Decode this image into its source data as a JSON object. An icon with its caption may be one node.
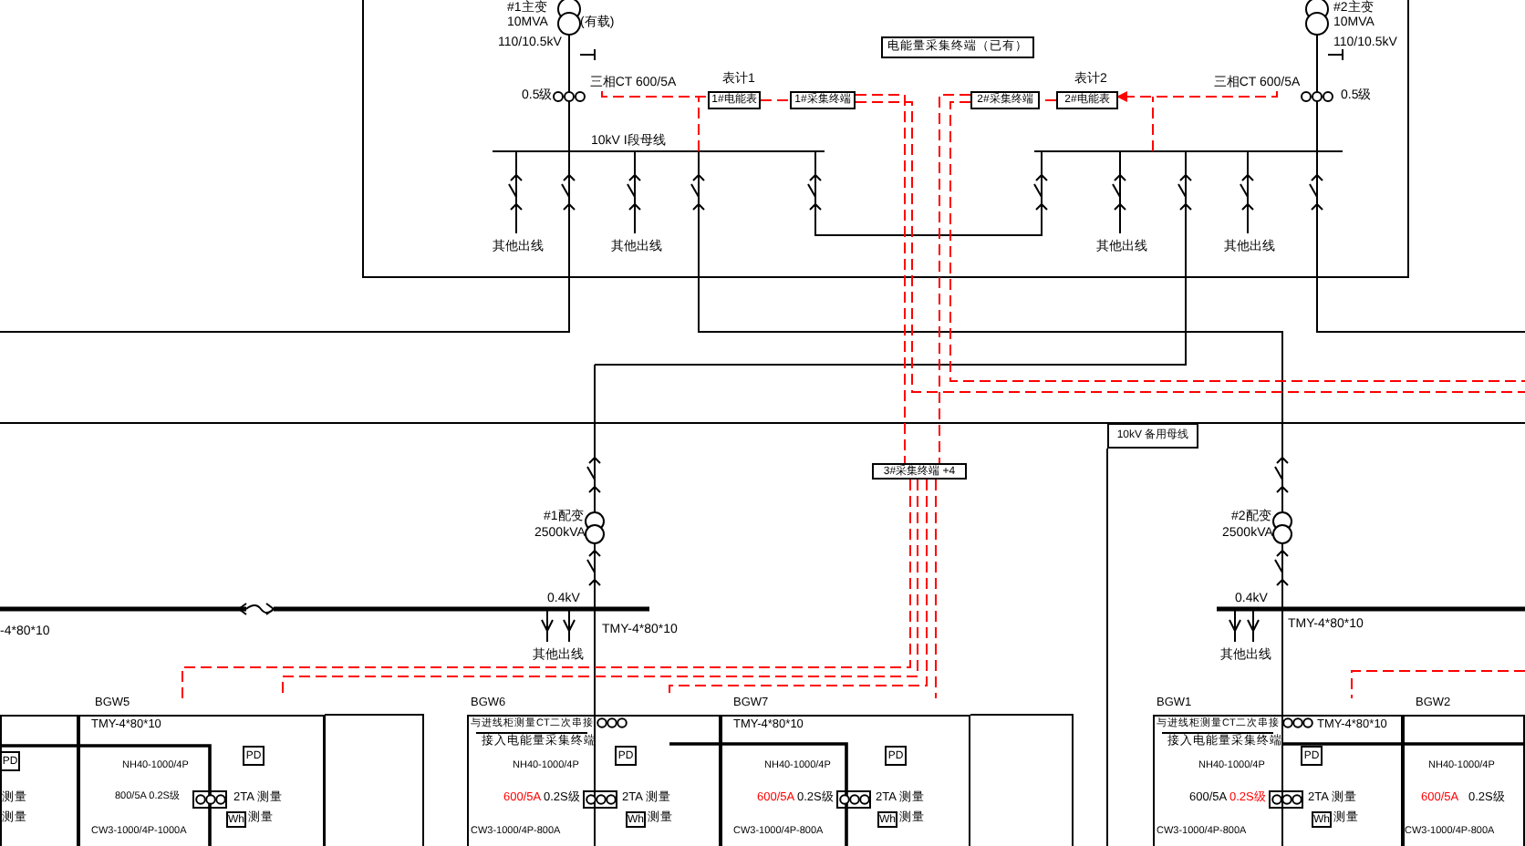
{
  "diagram": {
    "nodes": [
      {
        "text": [
          "电能量采集终端（已有）"
        ]
      },
      {
        "text": [
          "1#电能表"
        ],
        "beside": [
          "表计1"
        ]
      },
      {
        "text": [
          "1#采集终端"
        ]
      },
      {
        "text": [
          "2#采集终端"
        ]
      },
      {
        "text": [
          "2#电能表"
        ],
        "beside": [
          "表计2"
        ]
      },
      {
        "text": [
          "3#采集终端 +4"
        ]
      },
      {
        "text": [
          "10kV 备用母线"
        ]
      },
      {
        "text": [
          "测量",
          "测量"
        ]
      },
      {
        "text": [
          "PD"
        ],
        "in": 7
      },
      {
        "text": [
          "BGW5",
          "TMY-4*80*10",
          "NH40-1000/4P",
          "800/5A 0.2S级",
          "2TA 测量",
          "测量",
          "CW3-1000/4P-1000A"
        ]
      },
      {
        "text": [
          "PD"
        ],
        "in": 9
      },
      {
        "text": [
          "Wh"
        ],
        "in": 9
      },
      {
        "text": [
          "BGW6",
          "与进线柜测量CT二次串接",
          "接入电能量采集终端",
          "NH40-1000/4P",
          "600/5A",
          "0.2S级",
          "2TA 测量",
          "测量",
          "CW3-1000/4P-800A"
        ]
      },
      {
        "text": [
          "PD"
        ],
        "in": 12
      },
      {
        "text": [
          "Wh"
        ],
        "in": 12
      },
      {
        "text": [
          "BGW7",
          "TMY-4*80*10",
          "NH40-1000/4P",
          "600/5A",
          "0.2S级",
          "2TA 测量",
          "测量",
          "CW3-1000/4P-800A"
        ]
      },
      {
        "text": [
          "PD"
        ],
        "in": 15
      },
      {
        "text": [
          "Wh"
        ],
        "in": 15
      },
      {
        "text": [
          "BGW1",
          "与进线柜测量CT二次串接",
          "接入电能量采集终端",
          "NH40-1000/4P",
          "600/5A",
          "0.2S级",
          "2TA 测量",
          "测量",
          "CW3-1000/4P-800A",
          "TMY-4*80*10"
        ]
      },
      {
        "text": [
          "PD"
        ],
        "in": 18
      },
      {
        "text": [
          "Wh"
        ],
        "in": 18
      },
      {
        "text": [
          "BGW2",
          "NH40-1000/4P",
          "600/5A",
          "0.2S级",
          "CW3-1000/4P-800A"
        ]
      },
      {
        "text": [
          "三相CT 600/5A"
        ]
      },
      {
        "text": [
          "三相CT 600/5A"
        ]
      }
    ],
    "edges": [
      {
        "from": 22,
        "to": 1,
        "arrow": "none"
      },
      {
        "from": 1,
        "to": 2,
        "arrow": "none"
      },
      {
        "from": 2,
        "to": 5,
        "arrow": "none"
      },
      {
        "from": 2,
        "to": null,
        "arrow": "none"
      },
      {
        "from": 4,
        "to": 3,
        "arrow": "none"
      },
      {
        "from": 23,
        "to": 4,
        "arrow": "to"
      },
      {
        "from": 3,
        "to": 5,
        "arrow": "none"
      },
      {
        "from": 3,
        "to": null,
        "arrow": "none"
      },
      {
        "from": 5,
        "to": 9,
        "arrow": "none"
      },
      {
        "from": 5,
        "to": 9,
        "arrow": "none"
      },
      {
        "from": 5,
        "to": 12,
        "arrow": "none"
      },
      {
        "from": 5,
        "to": 15,
        "arrow": "none"
      },
      {
        "from": null,
        "to": 18,
        "arrow": "none"
      }
    ],
    "labels": [
      "#1主变",
      "10MVA",
      "110/10.5kV",
      "(有载)",
      "0.5级",
      "10kV I段母线",
      "其他出线",
      "其他出线",
      "#2主变",
      "10MVA",
      "110/10.5kV",
      "0.5级",
      "其他出线",
      "其他出线",
      "#1配变",
      "2500kVA",
      "#2配变",
      "2500kVA",
      "-4*80*10",
      "0.4kV",
      "TMY-4*80*10",
      "其他出线",
      "0.4kV",
      "TMY-4*80*10",
      "其他出线"
    ]
  }
}
